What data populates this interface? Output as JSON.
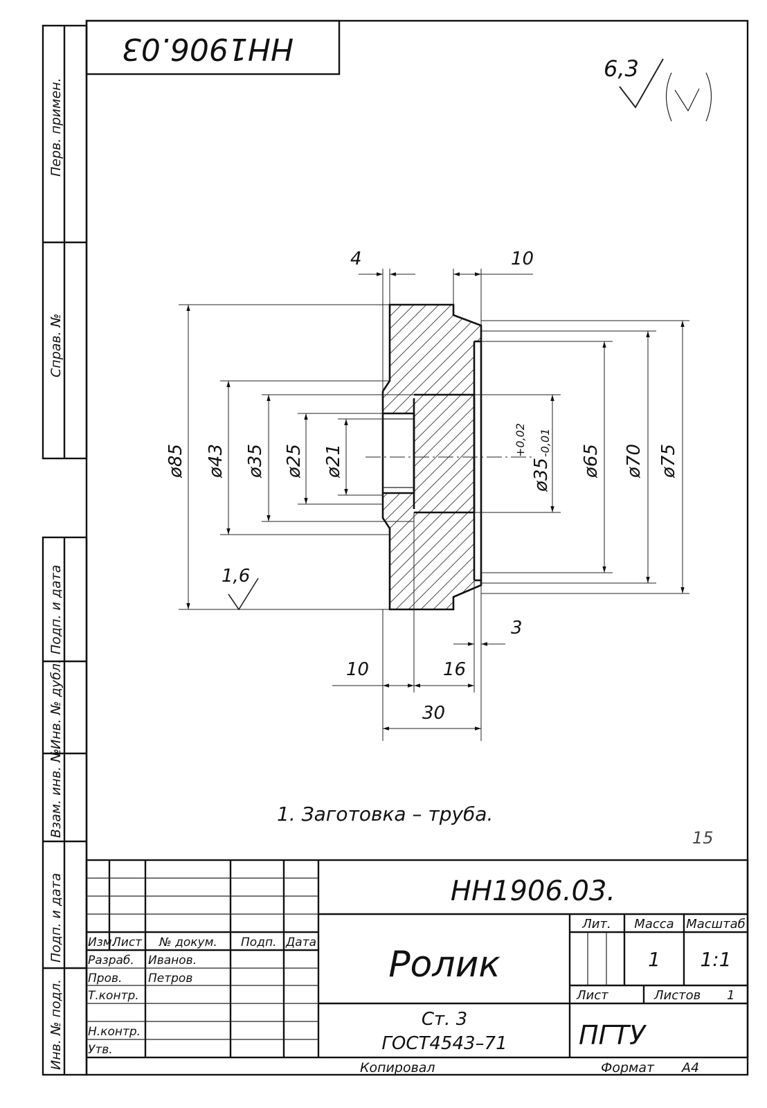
{
  "stamp_code_rotated": "НН1906.03",
  "roughness": {
    "general": "6,3",
    "surface": "1,6"
  },
  "side_strip": {
    "top": [
      "Перв. примен.",
      "Справ. №"
    ],
    "bottom": [
      "Подп. и дата",
      "Инв. № дубл.",
      "Взам. инв. №",
      "Подп. и дата",
      "Инв. № подл."
    ]
  },
  "dimensions": {
    "d85": "ø85",
    "d43": "ø43",
    "d35": "ø35",
    "d25": "ø25",
    "d21": "ø21",
    "d35_tol_base": "ø35",
    "d35_tol_upper": "+0,02",
    "d35_tol_lower": "-0,01",
    "d65": "ø65",
    "d70": "ø70",
    "d75": "ø75",
    "len_4": "4",
    "len_10_top": "10",
    "len_3": "3",
    "len_10_bottom": "10",
    "len_16": "16",
    "len_30": "30"
  },
  "note": "1. Заготовка – труба.",
  "handwritten_mark": "15",
  "title_block": {
    "doc_code": "НН1906.03.",
    "part_name": "Ролик",
    "material_line1": "Ст. 3",
    "material_line2": "ГОСТ4543–71",
    "organization": "ПГТУ",
    "headers": {
      "izm": "Изм.",
      "list": "Лист",
      "doc_no": "№ докум.",
      "sign": "Подп.",
      "date": "Дата"
    },
    "roles": [
      {
        "role": "Разраб.",
        "name": "Иванов."
      },
      {
        "role": "Пров.",
        "name": "Петров"
      },
      {
        "role": "Т.контр.",
        "name": ""
      },
      {
        "role": "",
        "name": ""
      },
      {
        "role": "Н.контр.",
        "name": ""
      },
      {
        "role": "Утв.",
        "name": ""
      }
    ],
    "lit_label": "Лит.",
    "mass_label": "Масса",
    "scale_label": "Масштаб",
    "mass_value": "1",
    "scale_value": "1:1",
    "sheet_label": "Лист",
    "sheets_label": "Листов",
    "sheets_value": "1"
  },
  "footer": {
    "copied": "Копировал",
    "format_label": "Формат",
    "format_value": "А4"
  }
}
